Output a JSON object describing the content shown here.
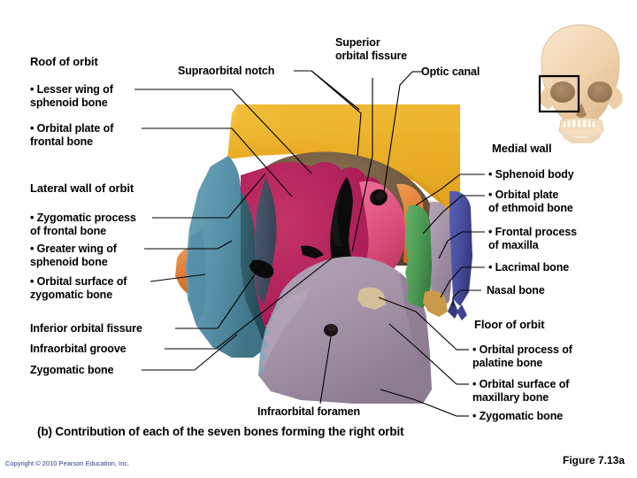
{
  "figure": {
    "caption": "(b) Contribution of each of the seven bones forming the right orbit",
    "number": "Figure 7.13a",
    "copyright": "Copyright © 2010 Pearson Education, Inc."
  },
  "groups": {
    "roof": {
      "heading": "Roof of orbit",
      "items": [
        "• Lesser wing of\nsphenoid bone",
        "• Orbital plate of\nfrontal bone"
      ]
    },
    "lateral": {
      "heading": "Lateral wall of orbit",
      "items": [
        "• Zygomatic process\nof frontal bone",
        "• Greater wing of\nsphenoid bone",
        "• Orbital surface of\nzygomatic bone"
      ]
    },
    "medial": {
      "heading": "Medial wall",
      "items": [
        "• Sphenoid body",
        "• Orbital plate\nof ethmoid bone",
        "• Frontal process\nof maxilla",
        "• Lacrimal bone"
      ]
    },
    "floor": {
      "heading": "Floor of orbit",
      "items": [
        "• Orbital process of\npalatine bone",
        "• Orbital surface of\nmaxillary bone",
        "• Zygomatic bone"
      ]
    }
  },
  "callouts": {
    "supraorbital_notch": "Supraorbital notch",
    "superior_orbital_fissure": "Superior\norbital fissure",
    "optic_canal": "Optic canal",
    "nasal_bone": "Nasal bone",
    "inferior_orbital_fissure": "Inferior orbital fissure",
    "infraorbital_groove": "Infraorbital groove",
    "zygomatic_bone": "Zygomatic bone",
    "infraorbital_foramen": "Infraorbital foramen"
  },
  "colors": {
    "frontal_bone": "#e8a81f",
    "frontal_bone_light": "#f0c23a",
    "orbital_plate_frontal": "#7a6247",
    "lesser_wing_sphenoid": "#b51e5c",
    "greater_wing_sphenoid": "#e07a33",
    "sphenoid_body_pink": "#e25b86",
    "zygomatic_bone": "#5b93ab",
    "zygomatic_dark": "#2b5560",
    "ethmoid_bone": "#4f9e55",
    "maxilla": "#a593a8",
    "nasal_bone": "#4a4f9e",
    "lacrimal_bone": "#c08f3f",
    "palatine_bone": "#cbb08a",
    "foramen_black": "#0a0a0a",
    "skull_thumb": "#f2d6b3",
    "leader_line": "#000000"
  },
  "thumbnail": {
    "name": "anterior skull view with right orbit highlighted"
  }
}
